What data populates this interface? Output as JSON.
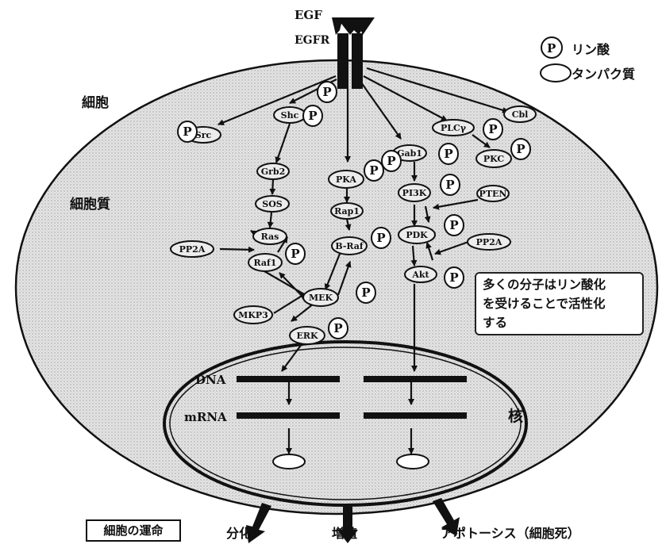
{
  "receptor": {
    "ligand": "EGF",
    "receptor": "EGFR"
  },
  "legend": {
    "phospho_symbol": "P",
    "phospho_label": "リン酸",
    "protein_label": "タンパク質"
  },
  "compartments": {
    "cell": "細胞",
    "cytoplasm": "細胞質",
    "nucleus": "核"
  },
  "proteins": {
    "src": "Src",
    "shc": "Shc",
    "grb2": "Grb2",
    "sos": "SOS",
    "ras": "Ras",
    "raf1": "Raf1",
    "pp2a_left": "PP2A",
    "mkp3": "MKP3",
    "mek": "MEK",
    "erk": "ERK",
    "pka": "PKA",
    "rap1": "Rap1",
    "braf": "B-Raf",
    "gab1": "Gab1",
    "pi3k": "PI3K",
    "pten": "PTEN",
    "pdk": "PDK",
    "pp2a_right": "PP2A",
    "akt": "Akt",
    "plcg": "PLCγ",
    "pkc": "PKC",
    "cbl": "Cbl"
  },
  "nucleus_labels": {
    "dna": "DNA",
    "mrna": "mRNA"
  },
  "note": {
    "line1": "多くの分子はリン酸化",
    "line2": "を受けることで活性化",
    "line3": "する"
  },
  "fate": {
    "label": "細胞の運命",
    "outcomes": [
      "分化",
      "増殖",
      "アポトーシス（細胞死）"
    ]
  }
}
